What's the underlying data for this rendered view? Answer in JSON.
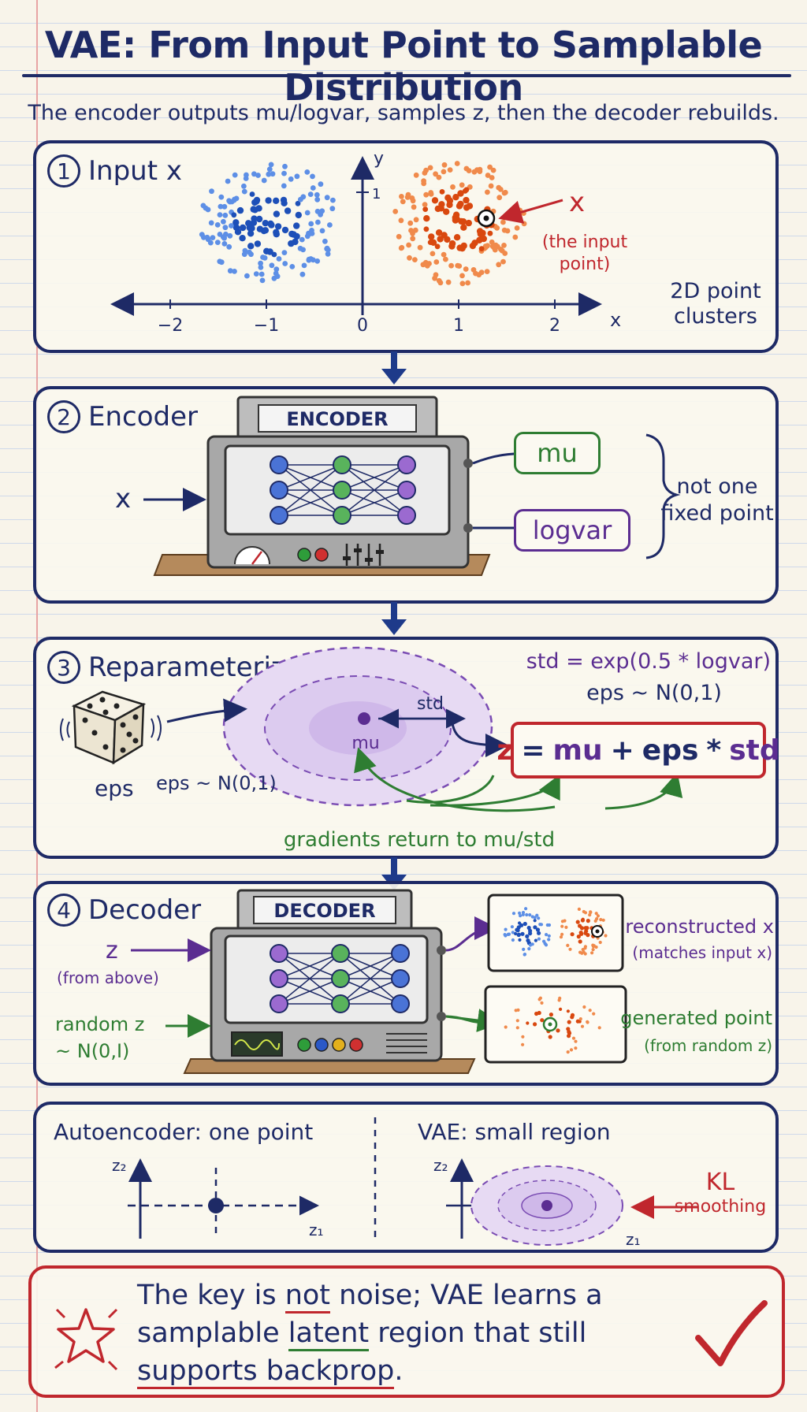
{
  "title": "VAE: From Input Point to Samplable Distribution",
  "subtitle": "The encoder outputs mu/logvar, samples z, then the decoder rebuilds.",
  "colors": {
    "ink": "#1e2a66",
    "red": "#c0272d",
    "green": "#2e7d32",
    "purple": "#5b2d91",
    "blue": "#1f5fc9",
    "orange": "#e25a1c"
  },
  "panel1": {
    "num": "1",
    "title": "Input x",
    "axis_x_label": "x",
    "axis_y_label": "y",
    "y_tick": "1",
    "x_ticks": [
      "−2",
      "−1",
      "0",
      "1",
      "2"
    ],
    "marker_label": "x",
    "marker_note_1": "(the input",
    "marker_note_2": "point)",
    "side_note_1": "2D point",
    "side_note_2": "clusters"
  },
  "panel2": {
    "num": "2",
    "title": "Encoder",
    "machine_label": "ENCODER",
    "input_label": "x",
    "output_mu": "mu",
    "output_logvar": "logvar",
    "note_1": "not one",
    "note_2": "fixed point"
  },
  "panel3": {
    "num": "3",
    "title": "Reparameterize",
    "std_formula": "std = exp(0.5 * logvar)",
    "eps_formula": "eps ~ N(0,1)",
    "mu_label": "mu",
    "std_label": "std",
    "dice_label": "eps",
    "dice_dist": "eps ~ N(0,1)",
    "z_formula": {
      "z": "z",
      "eq": "=",
      "mu": "mu",
      "plus": "+",
      "eps": "eps",
      "times": "*",
      "std": "std"
    },
    "gradient_note": "gradients return to mu/std"
  },
  "panel4": {
    "num": "4",
    "title": "Decoder",
    "machine_label": "DECODER",
    "z_label": "z",
    "z_note": "(from above)",
    "random_label": "random z",
    "random_dist": "~ N(0,I)",
    "recon_label": "reconstructed x",
    "recon_note": "(matches input x)",
    "gen_label": "generated point",
    "gen_note": "(from random z)"
  },
  "panel5": {
    "left_title": "Autoencoder: one point",
    "right_title": "VAE: small region",
    "axis_z1": "z₁",
    "axis_z2": "z₂",
    "kl_label": "KL",
    "kl_note": "smoothing"
  },
  "key": {
    "line1_a": "The key is ",
    "line1_b": "not",
    "line1_c": " noise; VAE learns a",
    "line2_a": "samplable ",
    "line2_b": "latent",
    "line2_c": " region that still",
    "line3_a": "supports backprop",
    "line3_b": "."
  }
}
